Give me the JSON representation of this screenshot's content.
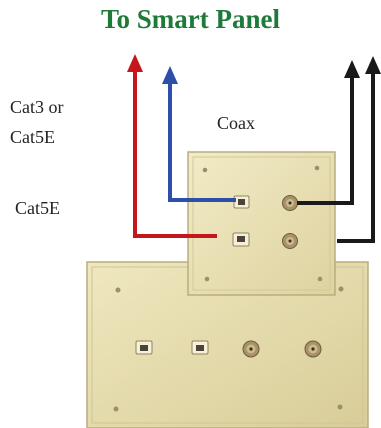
{
  "title": "To Smart Panel",
  "labels": {
    "cat3_line1": "Cat3 or",
    "cat3_line2": "Cat5E",
    "cat5e": "Cat5E",
    "coax": "Coax"
  },
  "colors": {
    "title": "#1f7a3a",
    "wire_red": "#c4161c",
    "wire_blue": "#2e4fa8",
    "wire_black": "#1a1a1a",
    "plate": "#e9e0b4",
    "plate_edge": "#b8ad7c",
    "connector": "#a8926a"
  },
  "icons": [
    "wall-plate-small",
    "wall-plate-large",
    "rj-jack",
    "coax-f-connector",
    "arrow-up"
  ]
}
